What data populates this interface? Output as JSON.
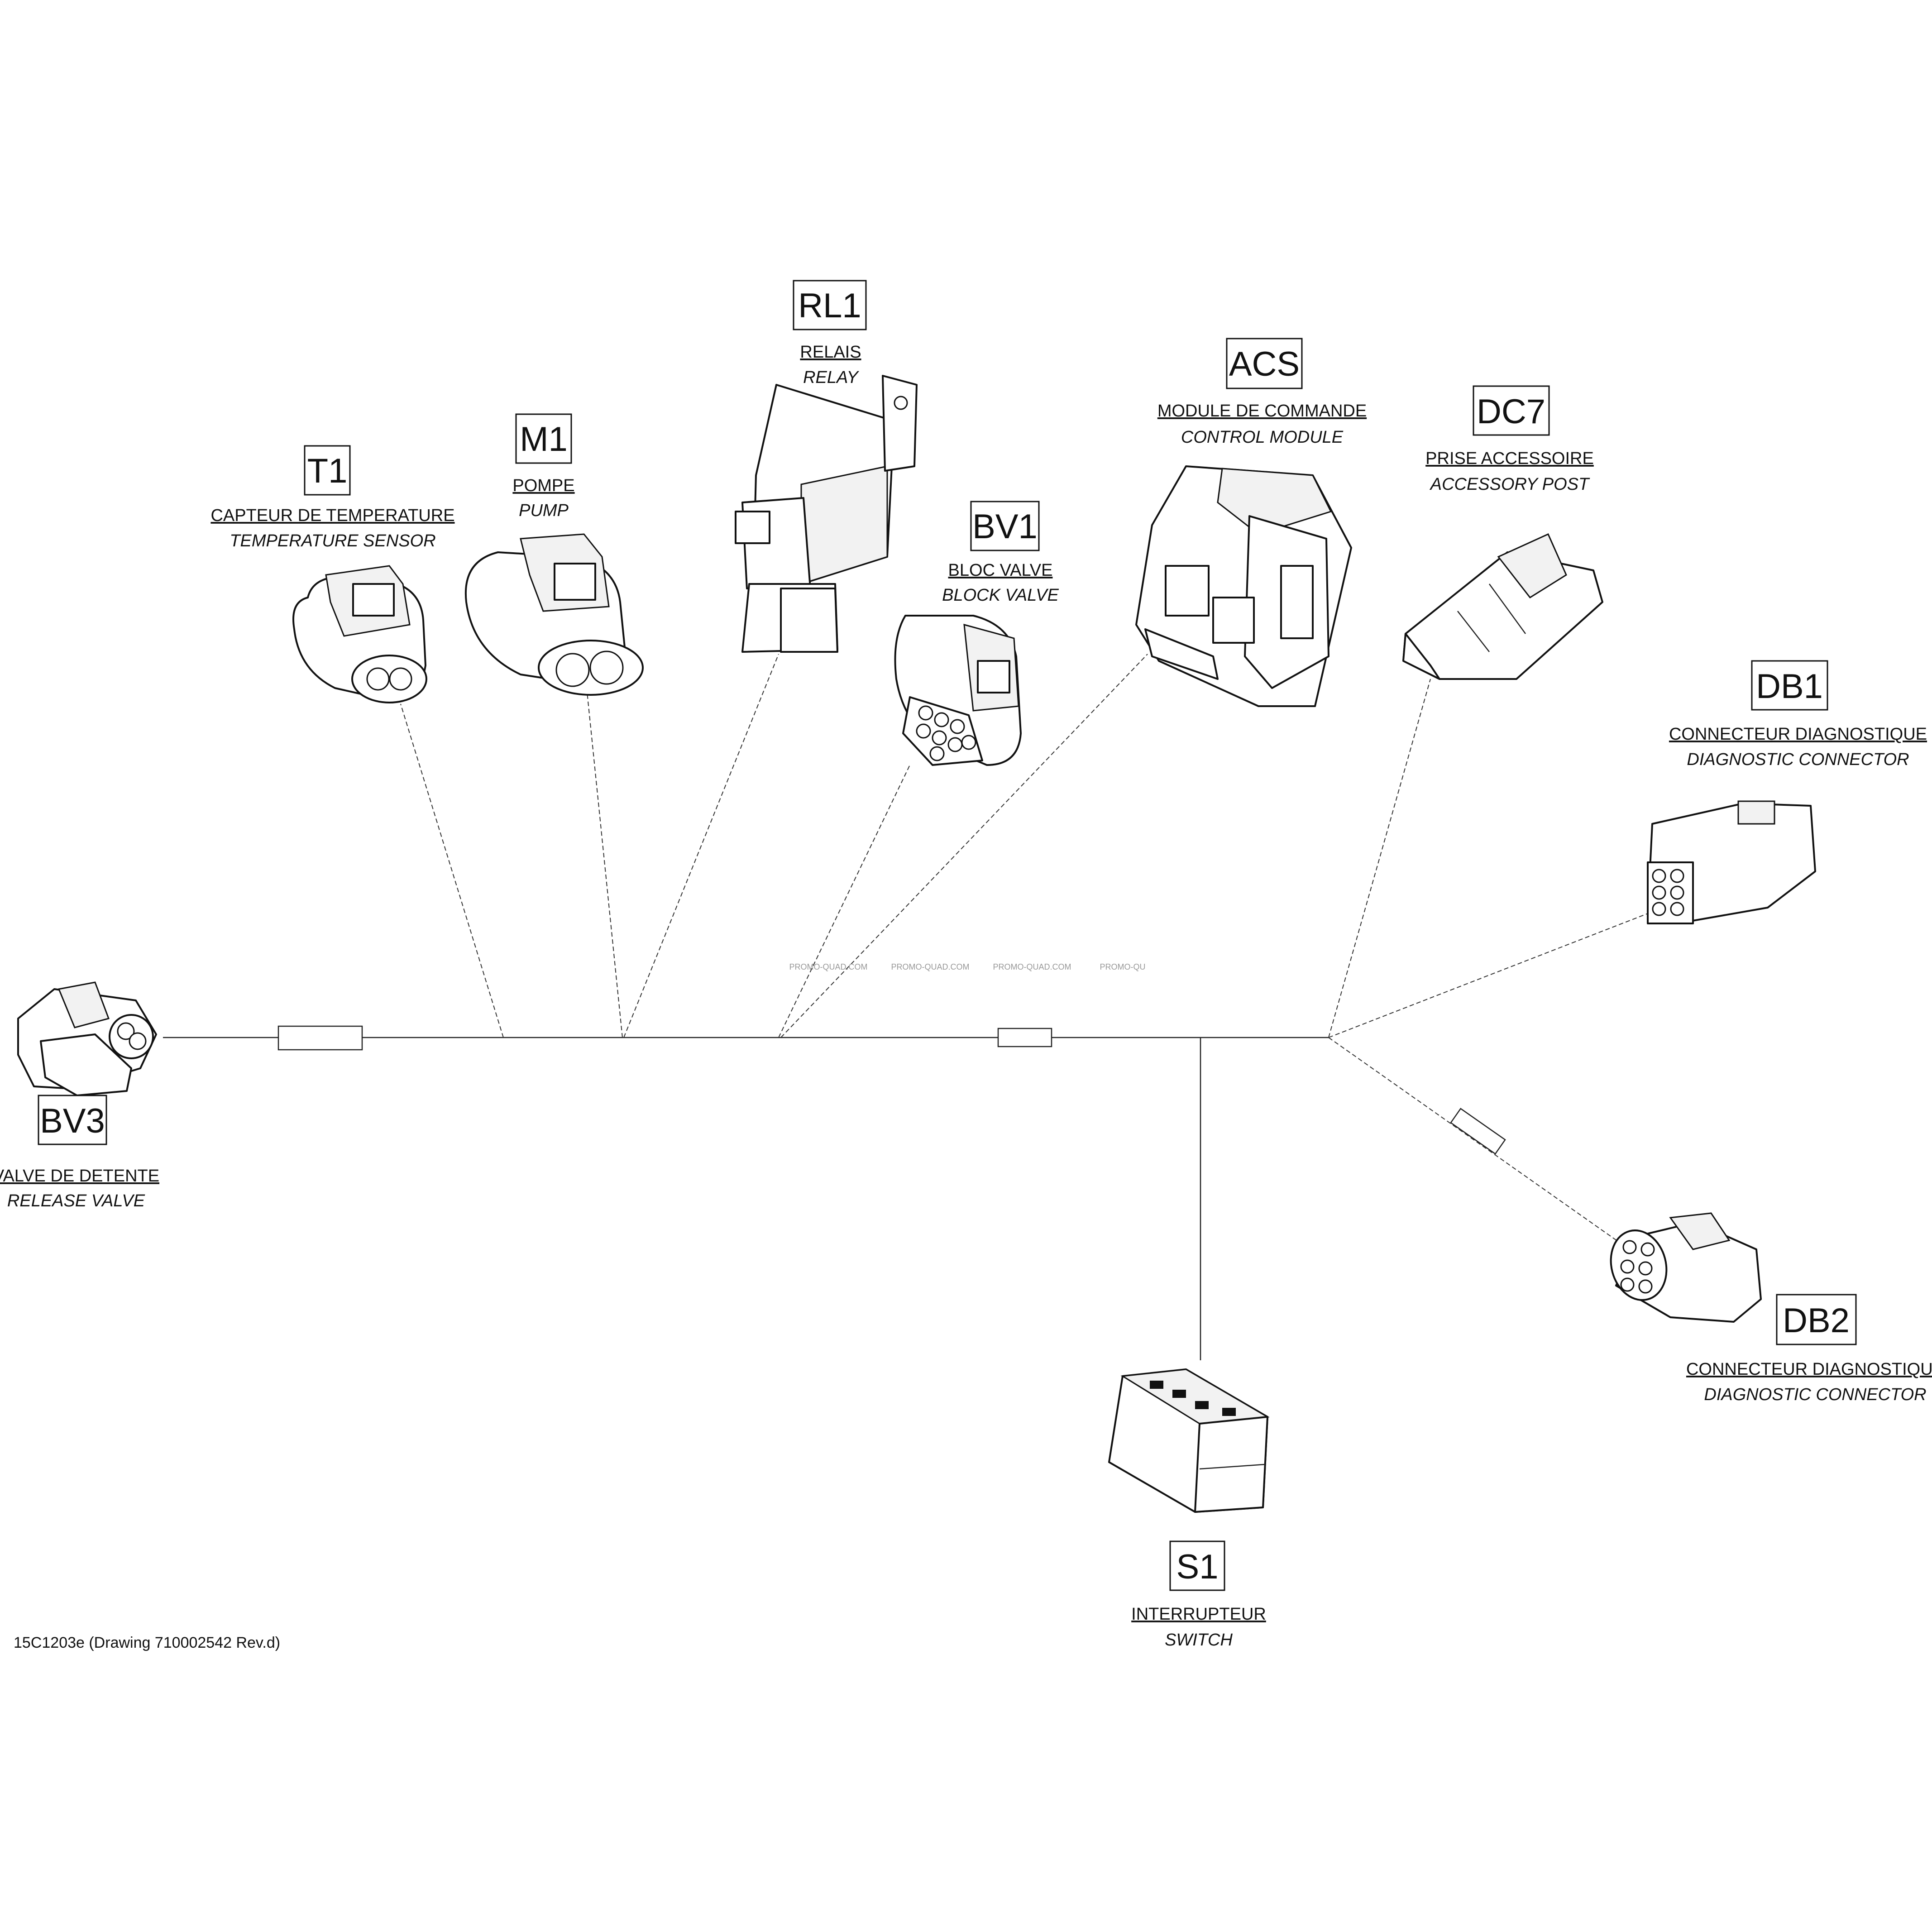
{
  "components": [
    {
      "id": "t1",
      "code": "T1",
      "fr": "CAPTEUR DE TEMPERATURE",
      "en": "TEMPERATURE SENSOR"
    },
    {
      "id": "m1",
      "code": "M1",
      "fr": "POMPE",
      "en": "PUMP"
    },
    {
      "id": "rl1",
      "code": "RL1",
      "fr": "RELAIS",
      "en": "RELAY"
    },
    {
      "id": "bv1",
      "code": "BV1",
      "fr": "BLOC VALVE",
      "en": "BLOCK VALVE"
    },
    {
      "id": "acs",
      "code": "ACS",
      "fr": "MODULE DE COMMANDE",
      "en": "CONTROL MODULE"
    },
    {
      "id": "dc7",
      "code": "DC7",
      "fr": "PRISE ACCESSOIRE",
      "en": "ACCESSORY POST"
    },
    {
      "id": "db1",
      "code": "DB1",
      "fr": "CONNECTEUR DIAGNOSTIQUE",
      "en": "DIAGNOSTIC CONNECTOR"
    },
    {
      "id": "bv3",
      "code": "BV3",
      "fr": "VALVE DE DETENTE",
      "en": "RELEASE VALVE"
    },
    {
      "id": "db2",
      "code": "DB2",
      "fr": "CONNECTEUR DIAGNOSTIQUE",
      "en": "DIAGNOSTIC CONNECTOR"
    },
    {
      "id": "s1",
      "code": "S1",
      "fr": "INTERRUPTEUR",
      "en": "SWITCH"
    }
  ],
  "watermark": [
    "PROMO-QUAD.COM",
    "PROMO-QUAD.COM",
    "PROMO-QUAD.COM",
    "PROMO-QU"
  ],
  "footer": "15C1203e (Drawing 710002542 Rev.d)",
  "colors": {
    "line": "#111111",
    "background": "#ffffff"
  }
}
